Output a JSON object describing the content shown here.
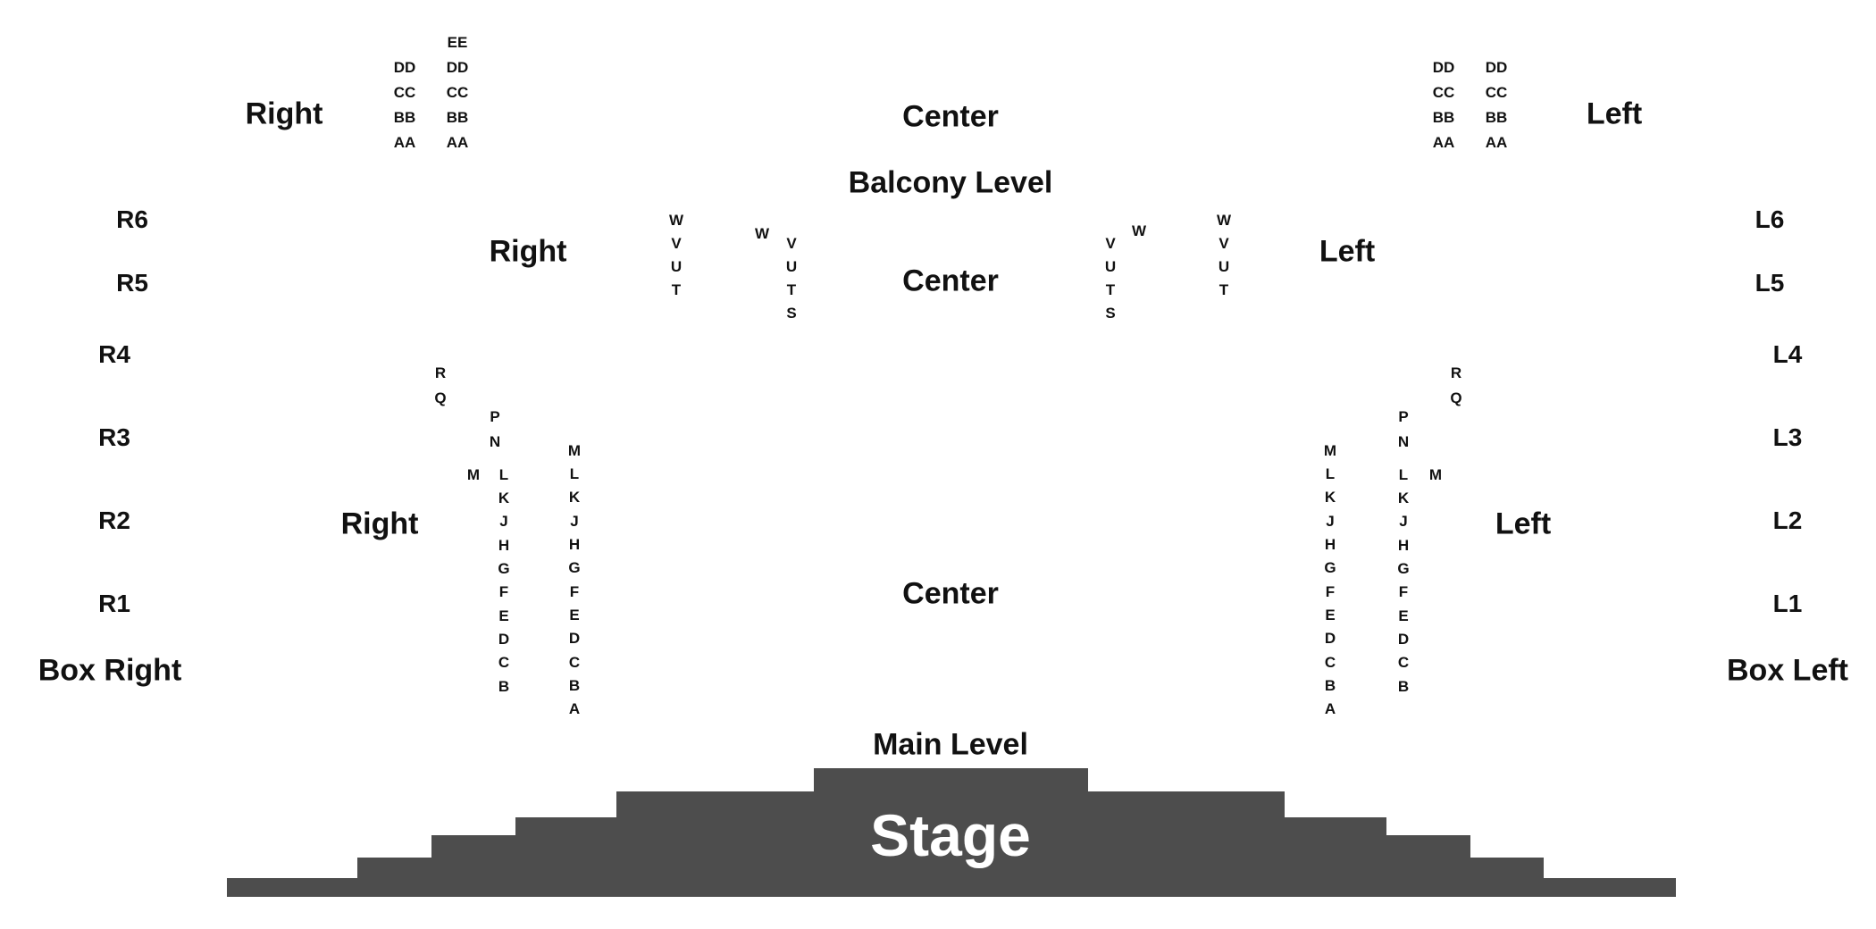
{
  "colors": {
    "stage": "#4d4d4d",
    "text": "#111111",
    "stage_text": "#ffffff"
  },
  "stage": {
    "label": "Stage"
  },
  "levels": {
    "balcony": "Balcony Level",
    "main": "Main Level"
  },
  "balcony": {
    "right": "Right",
    "center": "Center",
    "left": "Left",
    "right_rows_outer": [
      "DD",
      "CC",
      "BB",
      "AA"
    ],
    "right_rows_inner": [
      "EE",
      "DD",
      "CC",
      "BB",
      "AA"
    ],
    "left_rows_inner": [
      "DD",
      "CC",
      "BB",
      "AA"
    ],
    "left_rows_outer": [
      "DD",
      "CC",
      "BB",
      "AA"
    ]
  },
  "upper_main": {
    "right": "Right",
    "center": "Center",
    "left": "Left",
    "right_outer_rows": [
      "W",
      "V",
      "U",
      "T"
    ],
    "right_inner_top": "W",
    "right_inner_rows": [
      "V",
      "U",
      "T",
      "S"
    ],
    "left_inner_top": "W",
    "left_inner_rows": [
      "V",
      "U",
      "T",
      "S"
    ],
    "left_outer_rows": [
      "W",
      "V",
      "U",
      "T"
    ]
  },
  "main": {
    "right": "Right",
    "center": "Center",
    "left": "Left",
    "right_far_rows": [
      "R",
      "Q"
    ],
    "right_pn_rows": [
      "P",
      "N"
    ],
    "right_m": "M",
    "right_side_rows": [
      "L",
      "K",
      "J",
      "H",
      "G",
      "F",
      "E",
      "D",
      "C",
      "B"
    ],
    "right_center_rows": [
      "M",
      "L",
      "K",
      "J",
      "H",
      "G",
      "F",
      "E",
      "D",
      "C",
      "B",
      "A"
    ],
    "left_center_rows": [
      "M",
      "L",
      "K",
      "J",
      "H",
      "G",
      "F",
      "E",
      "D",
      "C",
      "B",
      "A"
    ],
    "left_side_rows": [
      "L",
      "K",
      "J",
      "H",
      "G",
      "F",
      "E",
      "D",
      "C",
      "B"
    ],
    "left_pn_rows": [
      "P",
      "N"
    ],
    "left_m": "M",
    "left_far_rows": [
      "R",
      "Q"
    ]
  },
  "side_boxes": {
    "right": [
      "R6",
      "R5",
      "R4",
      "R3",
      "R2",
      "R1"
    ],
    "left": [
      "L6",
      "L5",
      "L4",
      "L3",
      "L2",
      "L1"
    ],
    "box_right": "Box Right",
    "box_left": "Box Left"
  }
}
